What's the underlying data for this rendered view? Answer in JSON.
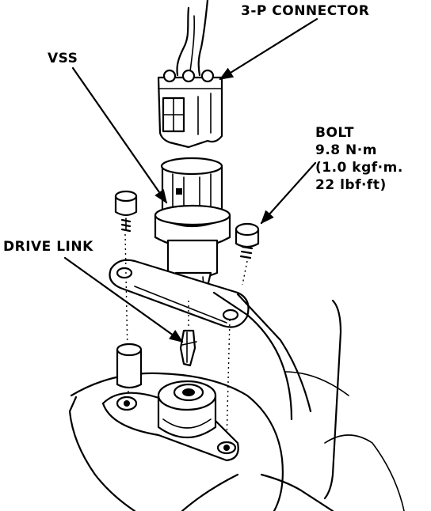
{
  "labels": {
    "connector": "3-P CONNECTOR",
    "vss": "VSS",
    "bolt_title": "BOLT",
    "bolt_torque_nm": "9.8 N·m",
    "bolt_torque_kgf": "(1.0 kgf·m.",
    "bolt_torque_lbf": "22 lbf·ft)",
    "drive_link": "DRIVE LINK"
  },
  "colors": {
    "ink": "#000000",
    "paper": "#ffffff"
  }
}
